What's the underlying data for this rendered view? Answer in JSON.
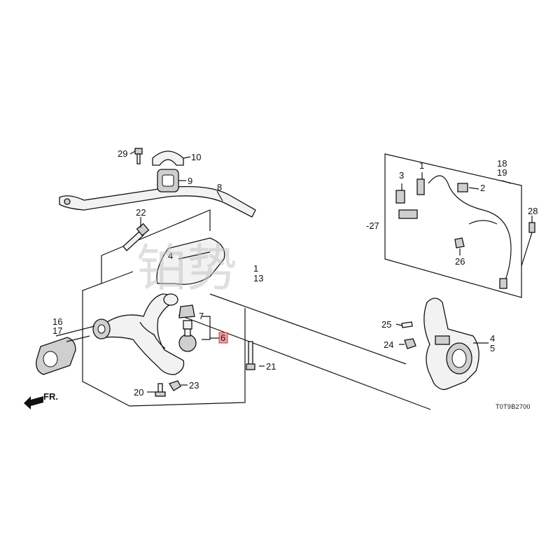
{
  "callouts": {
    "c1": "1",
    "c2": "2",
    "c3": "3",
    "c4": "4",
    "c5": "5",
    "c6": "6",
    "c7": "7",
    "c8": "8",
    "c9": "9",
    "c10": "10",
    "c11": "1",
    "c12": "13",
    "c14": "16",
    "c15": "17",
    "c16": "18",
    "c17": "19",
    "c18": "20",
    "c19": "21",
    "c20": "22",
    "c21": "23",
    "c22": "24",
    "c23": "25",
    "c24": "26",
    "c25": "-27",
    "c26": "28",
    "c27": "29",
    "c28": "4"
  },
  "direction_label": "FR.",
  "diagram_code": "T0T9B2700",
  "watermark": "铂势",
  "highlight_color": "#f2a0a6"
}
